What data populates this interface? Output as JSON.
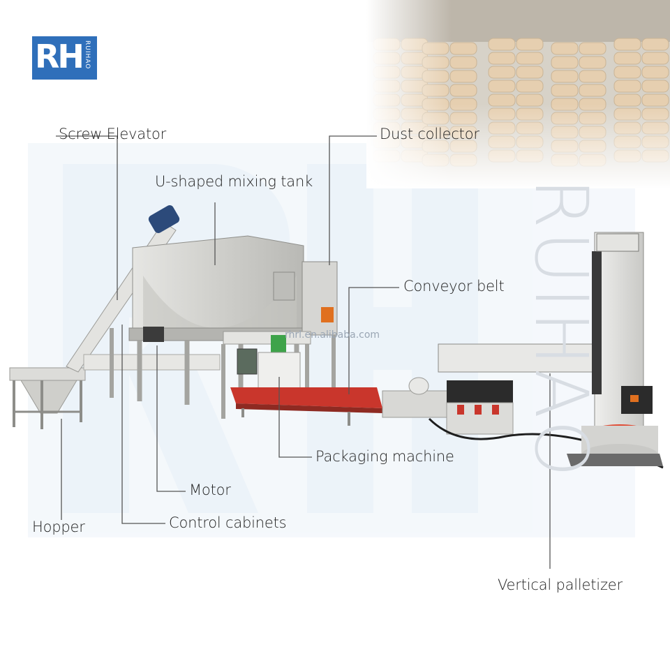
{
  "logo": {
    "initials": "RH",
    "brand": "RUIHAO"
  },
  "watermark": {
    "url": "rhrl.en.alibaba.com",
    "vertical_text": "RUIHAO"
  },
  "labels": {
    "screw_elevator": "Screw Elevator",
    "dust_collector": "Dust collector",
    "mixing_tank": "U-shaped mixing tank",
    "conveyor_belt": "Conveyor belt",
    "packaging_machine": "Packaging machine",
    "motor": "Motor",
    "hopper": "Hopper",
    "control_cabinets": "Control cabinets",
    "vertical_palletizer": "Vertical palletizer"
  },
  "colors": {
    "logo_blue": "#2f6fba",
    "belt_red": "#c9362c",
    "machine_grey": "#d9d9d6",
    "panel_orange": "#e0701f",
    "bag_beige": "#e6cfb0"
  }
}
